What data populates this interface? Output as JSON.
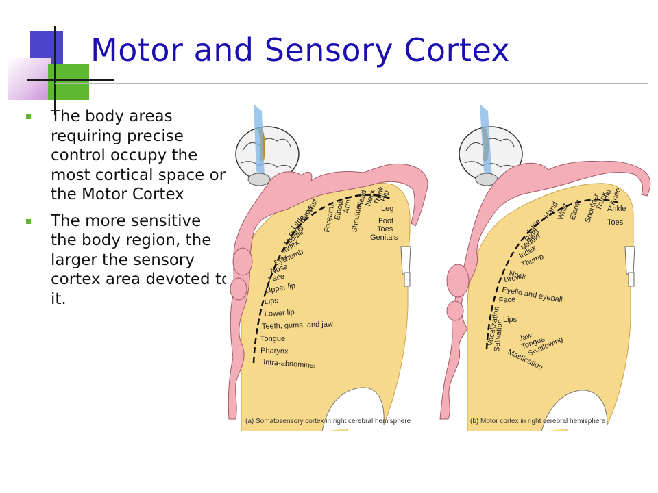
{
  "title": "Motor and Sensory Cortex",
  "bullets": [
    "The body areas requiring precise control occupy the most cortical space on the Motor Cortex",
    "The more sensitive the body region, the larger the sensory cortex area devoted to it."
  ],
  "figure": {
    "sensory": {
      "caption": "(a) Somatosensory cortex in right cerebral hemisphere",
      "labels": [
        "Hip",
        "Trunk",
        "Neck",
        "Head",
        "Shoulder",
        "Arm",
        "Elbow",
        "Forearm",
        "Wrist",
        "Hand",
        "Little",
        "Ring",
        "Middle",
        "Index",
        "Thumb",
        "Eye",
        "Nose",
        "Face",
        "Upper lip",
        "Lips",
        "Lower lip",
        "Teeth, gums, and jaw",
        "Tongue",
        "Pharynx",
        "Intra-abdominal",
        "Leg",
        "Foot",
        "Toes",
        "Genitals"
      ]
    },
    "motor": {
      "caption": "(b) Motor cortex in right cerebral hemisphere",
      "labels": [
        "Knee",
        "Hip",
        "Trunk",
        "Shoulder",
        "Elbow",
        "Wrist",
        "Hand",
        "Little",
        "Ring",
        "Middle",
        "Index",
        "Thumb",
        "Neck",
        "Brow",
        "Eyelid and eyeball",
        "Face",
        "Lips",
        "Jaw",
        "Tongue",
        "Swallowing",
        "Mastication",
        "Salivation",
        "Vocalization",
        "Ankle",
        "Toes"
      ]
    }
  },
  "colors": {
    "title": "#1c0fb0",
    "bullet_marker": "#5fb832",
    "cortex_fill": "#f6d98a",
    "homunculus_fill": "#f3aeb8"
  }
}
